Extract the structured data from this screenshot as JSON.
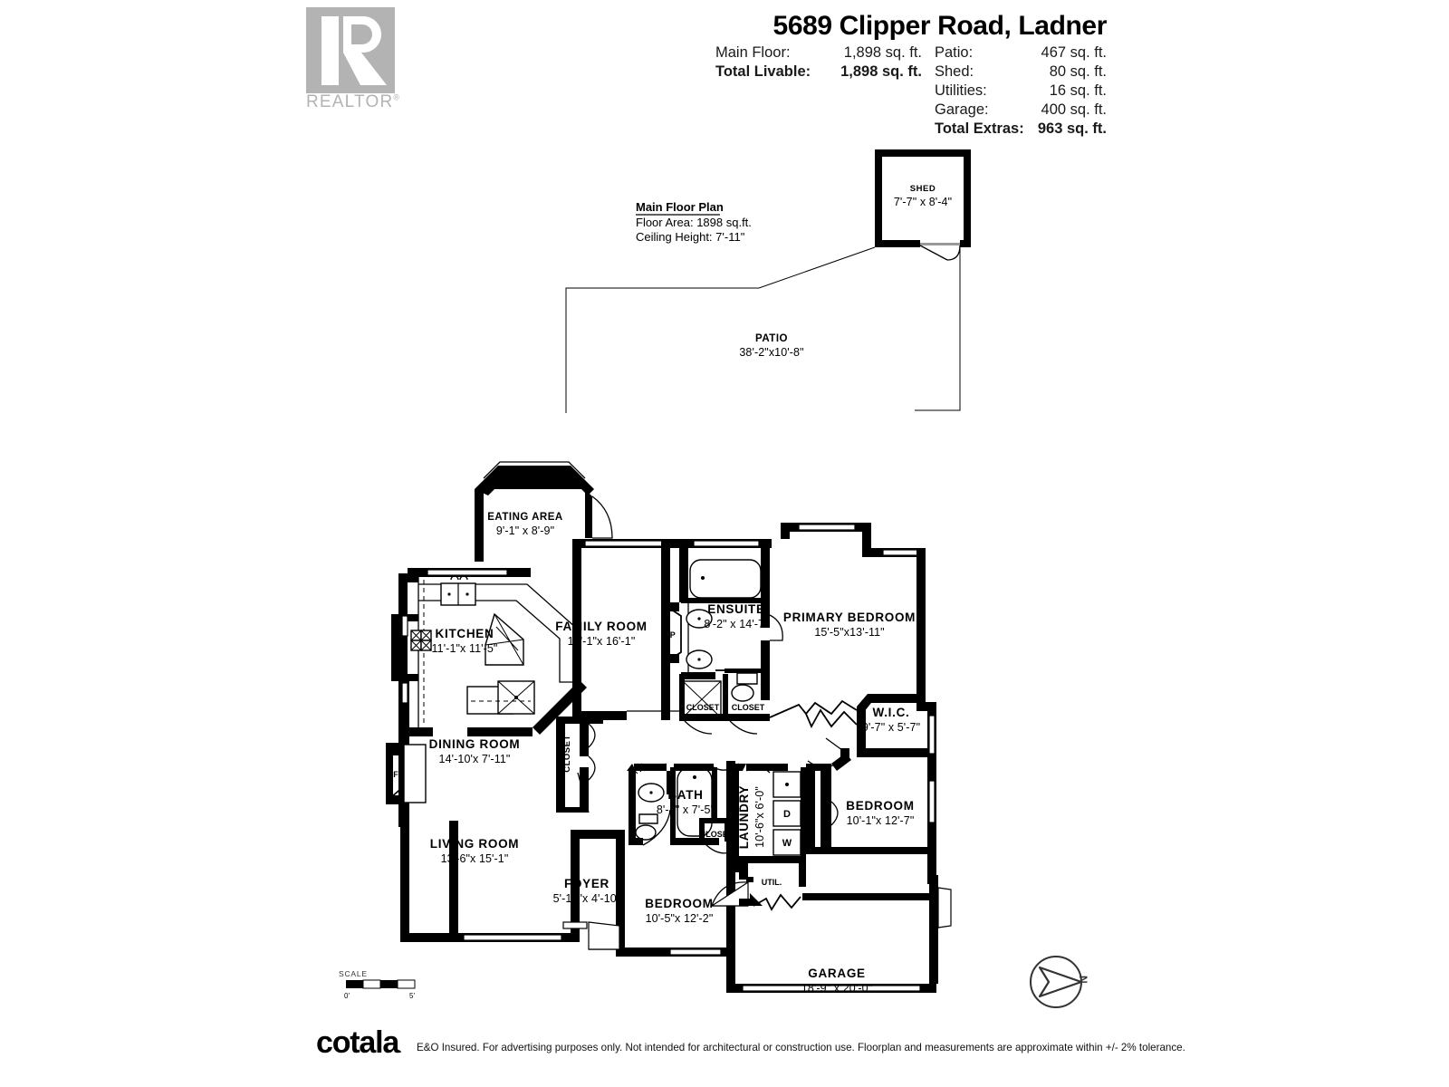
{
  "header": {
    "logo": {
      "mark": "R",
      "word": "REALTOR",
      "registered": "®"
    },
    "title": "5689 Clipper Road, Ladner",
    "areas_left": [
      {
        "label": "Main Floor:",
        "value": "1,898 sq. ft.",
        "bold": false
      },
      {
        "label": "Total Livable:",
        "value": "1,898 sq. ft.",
        "bold": true
      }
    ],
    "areas_right": [
      {
        "label": "Patio:",
        "value": "467 sq. ft.",
        "bold": false
      },
      {
        "label": "Shed:",
        "value": "80 sq. ft.",
        "bold": false
      },
      {
        "label": "Utilities:",
        "value": "16 sq. ft.",
        "bold": false
      },
      {
        "label": "Garage:",
        "value": "400 sq. ft.",
        "bold": false
      },
      {
        "label": "Total Extras:",
        "value": "963 sq. ft.",
        "bold": true
      }
    ]
  },
  "plan": {
    "note": {
      "title": "Main Floor Plan",
      "line1": "Floor Area: 1898 sq.ft.",
      "line2": "Ceiling Height: 7'-11\""
    },
    "rooms": [
      {
        "name": "SHED",
        "dim": "7'-7\" x 8'-4\""
      },
      {
        "name": "PATIO",
        "dim": "38'-2\"x10'-8\""
      },
      {
        "name": "EATING AREA",
        "dim": "9'-1\" x  8'-9\""
      },
      {
        "name": "KITCHEN",
        "dim": "11'-1\"x 11'-5\""
      },
      {
        "name": "FAMILY ROOM",
        "dim": "13'-1\"x 16'-1\""
      },
      {
        "name": "ENSUITE",
        "dim": "8'-2\" x 14'-7\""
      },
      {
        "name": "PRIMARY BEDROOM",
        "dim": "15'-5\"x13'-11\""
      },
      {
        "name": "W.I.C.",
        "dim": "9'-7\" x  5'-7\""
      },
      {
        "name": "DINING ROOM",
        "dim": "14'-10'x 7'-11\""
      },
      {
        "name": "LIVING ROOM",
        "dim": "13'-6\"x 15'-1\""
      },
      {
        "name": "BATH",
        "dim": "8'-4\" x  7'-5\""
      },
      {
        "name": "LAUNDRY",
        "dim": "10'-6\"x  6'-0\""
      },
      {
        "name": "BEDROOM",
        "dim": "10'-1\"x 12'-7\""
      },
      {
        "name": "FOYER",
        "dim": "5'-10\"x 4'-10\""
      },
      {
        "name": "BEDROOM",
        "dim": "10'-5\"x 12'-2\""
      },
      {
        "name": "GARAGE",
        "dim": "18'-9\" x 20'-0\""
      }
    ],
    "labels": {
      "shed": "SHED",
      "shed_dim": "7'-7\" x 8'-4\"",
      "patio": "PATIO",
      "patio_dim": "38'-2\"x10'-8\"",
      "eating_area": "EATING AREA",
      "eating_area_dim": "9'-1\" x  8'-9\"",
      "kitchen": "KITCHEN",
      "kitchen_dim": "11'-1\"x 11'-5\"",
      "family_room": "FAMILY ROOM",
      "family_room_dim": "13'-1\"x 16'-1\"",
      "ensuite": "ENSUITE",
      "ensuite_dim": "8'-2\" x 14'-7\"",
      "primary_bedroom": "PRIMARY BEDROOM",
      "primary_bedroom_dim": "15'-5\"x13'-11\"",
      "wic": "W.I.C.",
      "wic_dim": "9'-7\" x  5'-7\"",
      "dining_room": "DINING ROOM",
      "dining_room_dim": "14'-10'x 7'-11\"",
      "living_room": "LIVING ROOM",
      "living_room_dim": "13'-6\"x 15'-1\"",
      "bath": "BATH",
      "bath_dim": "8'-4\" x  7'-5\"",
      "laundry": "LAUNDRY",
      "laundry_dim": "10'-6\"x  6'-0\"",
      "bedroom2": "BEDROOM",
      "bedroom2_dim": "10'-1\"x 12'-7\"",
      "foyer": "FOYER",
      "foyer_dim": "5'-10\"x 4'-10\"",
      "bedroom3": "BEDROOM",
      "bedroom3_dim": "10'-5\"x 12'-2\"",
      "garage": "GARAGE",
      "garage_dim": "18'-9\" x 20'-0\"",
      "closet": "CLOSET",
      "util": "UTIL.",
      "fp": "FP",
      "dryer": "D",
      "washer": "W"
    }
  },
  "scale": {
    "label": "SCALE",
    "min": "0'",
    "max": "5'"
  },
  "compass": {
    "north": "N"
  },
  "footer": {
    "brand": "cotala",
    "tm": ".",
    "disclaimer": "E&O Insured. For advertising purposes only. Not intended for architectural or construction use. Floorplan and measurements are approximate within +/- 2% tolerance."
  },
  "colors": {
    "logo_gray": "#b3b3b3",
    "ink": "#000000",
    "paper": "#ffffff"
  }
}
